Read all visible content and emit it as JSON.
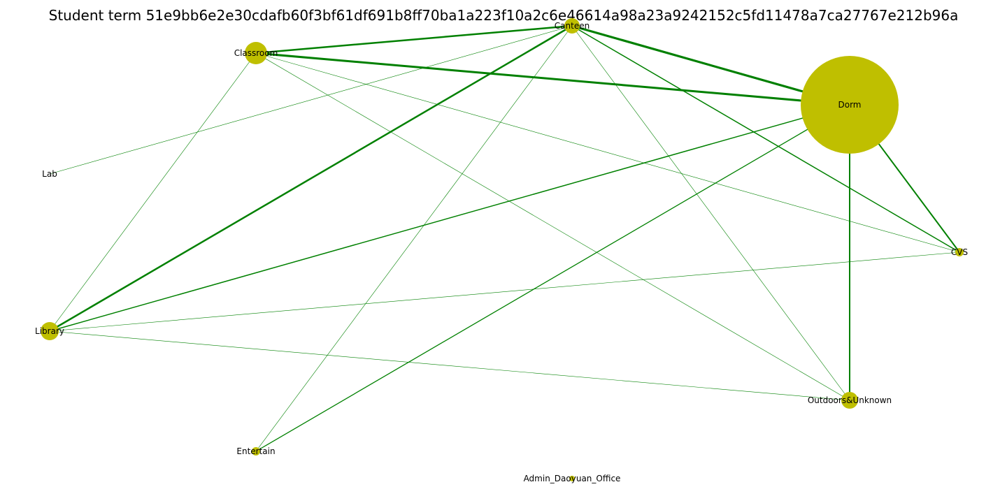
{
  "title": "Student term 51e9bb6e2e30cdafb60f3bf61df691b8ff70ba1a223f10a2c6e46614a98a23a9242152c5fd11478a7ca27767e212b96a",
  "colors": {
    "node": "#bfbf00",
    "edge": "#008000",
    "label": "#000000",
    "background": "#ffffff"
  },
  "nodes": [
    {
      "id": "canteen",
      "label": "Canteen"
    },
    {
      "id": "classroom",
      "label": "Classroom"
    },
    {
      "id": "dorm",
      "label": "Dorm"
    },
    {
      "id": "lab",
      "label": "Lab"
    },
    {
      "id": "cvs",
      "label": "CVS"
    },
    {
      "id": "library",
      "label": "Library"
    },
    {
      "id": "outdoors",
      "label": "Outdoors&Unknown"
    },
    {
      "id": "entertain",
      "label": "Entertain"
    },
    {
      "id": "admin",
      "label": "Admin_Daoyuan_Office"
    }
  ],
  "edges": [
    {
      "source": "classroom",
      "target": "canteen"
    },
    {
      "source": "canteen",
      "target": "dorm"
    },
    {
      "source": "classroom",
      "target": "dorm"
    },
    {
      "source": "canteen",
      "target": "library"
    },
    {
      "source": "canteen",
      "target": "lab"
    },
    {
      "source": "canteen",
      "target": "entertain"
    },
    {
      "source": "canteen",
      "target": "outdoors"
    },
    {
      "source": "canteen",
      "target": "cvs"
    },
    {
      "source": "classroom",
      "target": "library"
    },
    {
      "source": "classroom",
      "target": "cvs"
    },
    {
      "source": "classroom",
      "target": "outdoors"
    },
    {
      "source": "dorm",
      "target": "library"
    },
    {
      "source": "dorm",
      "target": "entertain"
    },
    {
      "source": "dorm",
      "target": "outdoors"
    },
    {
      "source": "dorm",
      "target": "cvs"
    },
    {
      "source": "library",
      "target": "cvs"
    },
    {
      "source": "library",
      "target": "outdoors"
    }
  ]
}
